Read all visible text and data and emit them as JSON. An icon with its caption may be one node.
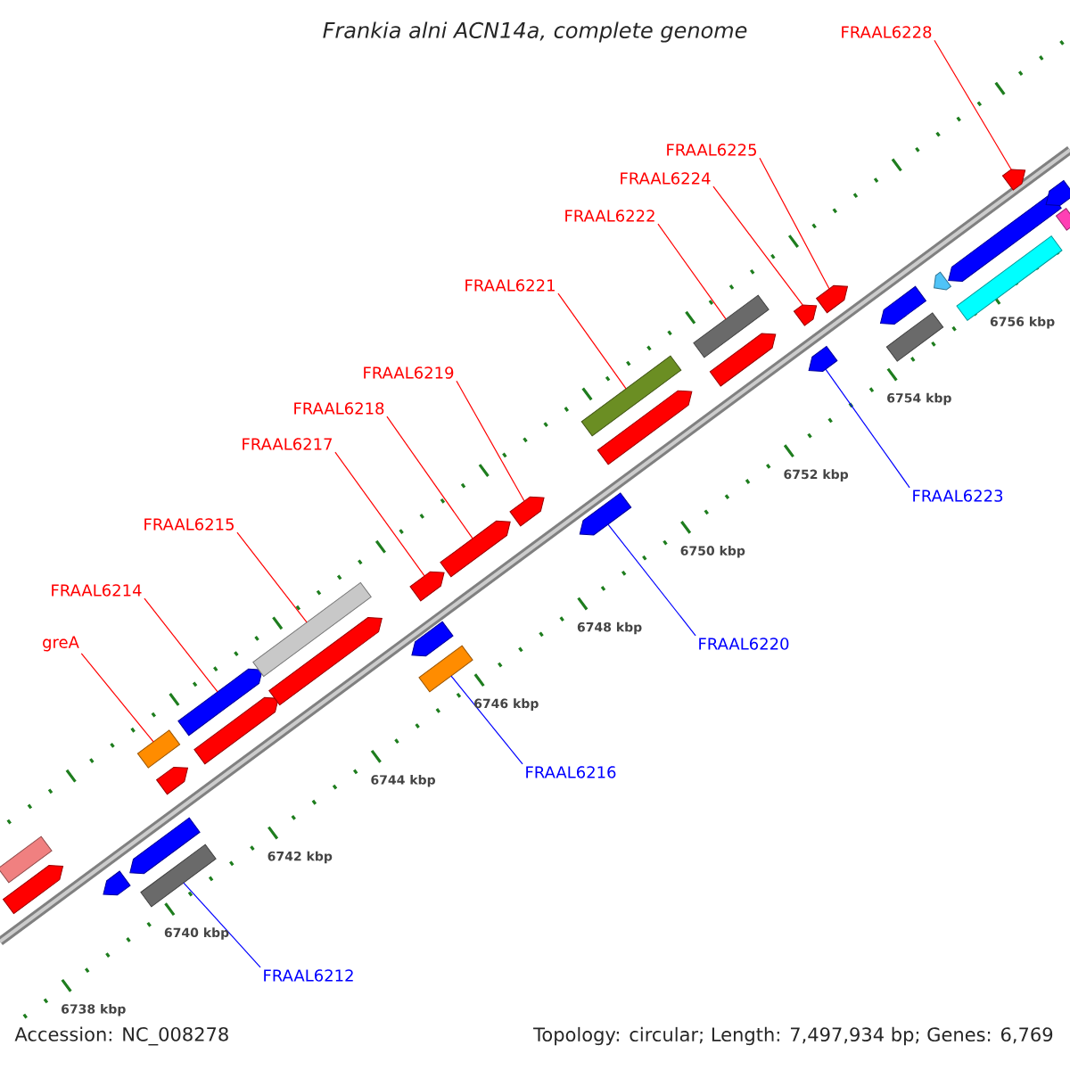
{
  "diagram": {
    "title": "Frankia alni ACN14a, complete genome",
    "nodes": [
      {
        "text": [
          "FRAAL6228"
        ]
      },
      {
        "text": [
          "FRAAL6225"
        ]
      },
      {
        "text": [
          "FRAAL6224"
        ]
      },
      {
        "text": [
          "FRAAL6222"
        ]
      },
      {
        "text": [
          "FRAAL6221"
        ]
      },
      {
        "text": [
          "FRAAL6219"
        ]
      },
      {
        "text": [
          "FRAAL6218"
        ]
      },
      {
        "text": [
          "FRAAL6217"
        ]
      },
      {
        "text": [
          "FRAAL6223"
        ]
      },
      {
        "text": [
          "FRAAL6215"
        ]
      },
      {
        "text": [
          "FRAAL6214"
        ]
      },
      {
        "text": [
          "FRAAL6220"
        ]
      },
      {
        "text": [
          "greA"
        ]
      },
      {
        "text": [
          "FRAAL6216"
        ]
      },
      {
        "text": [
          "FRAAL6212"
        ]
      },
      {
        "text": [],
        "shape": "pentagon"
      },
      {
        "text": [],
        "shape": "box"
      },
      {
        "text": [],
        "shape": "pentagon"
      },
      {
        "text": [],
        "shape": "box"
      },
      {
        "text": [],
        "shape": "pentagon"
      },
      {
        "text": [],
        "shape": "pentagon"
      },
      {
        "text": [],
        "shape": "box"
      },
      {
        "text": [],
        "shape": "pentagon"
      },
      {
        "text": [],
        "shape": "pentagon"
      },
      {
        "text": [],
        "shape": "box"
      },
      {
        "text": [],
        "shape": "pentagon"
      },
      {
        "text": [],
        "shape": "pentagon"
      },
      {
        "text": [],
        "shape": "pentagon"
      },
      {
        "text": [],
        "shape": "box"
      },
      {
        "text": [],
        "shape": "pentagon"
      },
      {
        "text": [],
        "shape": "pentagon"
      },
      {
        "text": [],
        "shape": "pentagon"
      },
      {
        "text": [],
        "shape": "box"
      },
      {
        "text": [],
        "shape": "pentagon"
      },
      {
        "text": [],
        "shape": "box"
      },
      {
        "text": [],
        "shape": "pentagon"
      },
      {
        "text": [],
        "shape": "pentagon"
      },
      {
        "text": [],
        "shape": "pentagon"
      },
      {
        "text": [],
        "shape": "pentagon"
      },
      {
        "text": [],
        "shape": "pentagon"
      },
      {
        "text": [],
        "shape": "box"
      },
      {
        "text": [],
        "shape": "pentagon"
      },
      {
        "text": [],
        "shape": "pentagon"
      },
      {
        "text": [],
        "shape": "pentagon"
      },
      {
        "text": [],
        "shape": "box"
      },
      {
        "text": [],
        "shape": "pentagon"
      },
      {
        "text": [],
        "shape": "box"
      }
    ],
    "edges": [
      {
        "from": 0,
        "to": 43,
        "arrow": "none"
      },
      {
        "from": 1,
        "to": 38,
        "arrow": "none"
      },
      {
        "from": 2,
        "to": 36,
        "arrow": "none"
      },
      {
        "from": 3,
        "to": 34,
        "arrow": "none"
      },
      {
        "from": 4,
        "to": 32,
        "arrow": "none"
      },
      {
        "from": 5,
        "to": 30,
        "arrow": "none"
      },
      {
        "from": 6,
        "to": 29,
        "arrow": "none"
      },
      {
        "from": 7,
        "to": 27,
        "arrow": "none"
      },
      {
        "from": 8,
        "to": 37,
        "arrow": "none",
        "color": "#0000ff"
      },
      {
        "from": 9,
        "to": 24,
        "arrow": "none"
      },
      {
        "from": 10,
        "to": 22,
        "arrow": "none"
      },
      {
        "from": 11,
        "to": 31,
        "arrow": "none",
        "color": "#0000ff"
      },
      {
        "from": 12,
        "to": 18,
        "arrow": "none"
      },
      {
        "from": 13,
        "to": 28,
        "arrow": "none",
        "color": "#0000ff"
      },
      {
        "from": 14,
        "to": 21,
        "arrow": "none",
        "color": "#0000ff"
      }
    ],
    "labels": [
      "6738 kbp",
      "6740 kbp",
      "6742 kbp",
      "6744 kbp",
      "6746 kbp",
      "6748 kbp",
      "6750 kbp",
      "6752 kbp",
      "6754 kbp",
      "6756 kbp",
      "Accession: NC_008278",
      "Topology: circular; Length: 7,497,934 bp; Genes: 6,769"
    ]
  }
}
